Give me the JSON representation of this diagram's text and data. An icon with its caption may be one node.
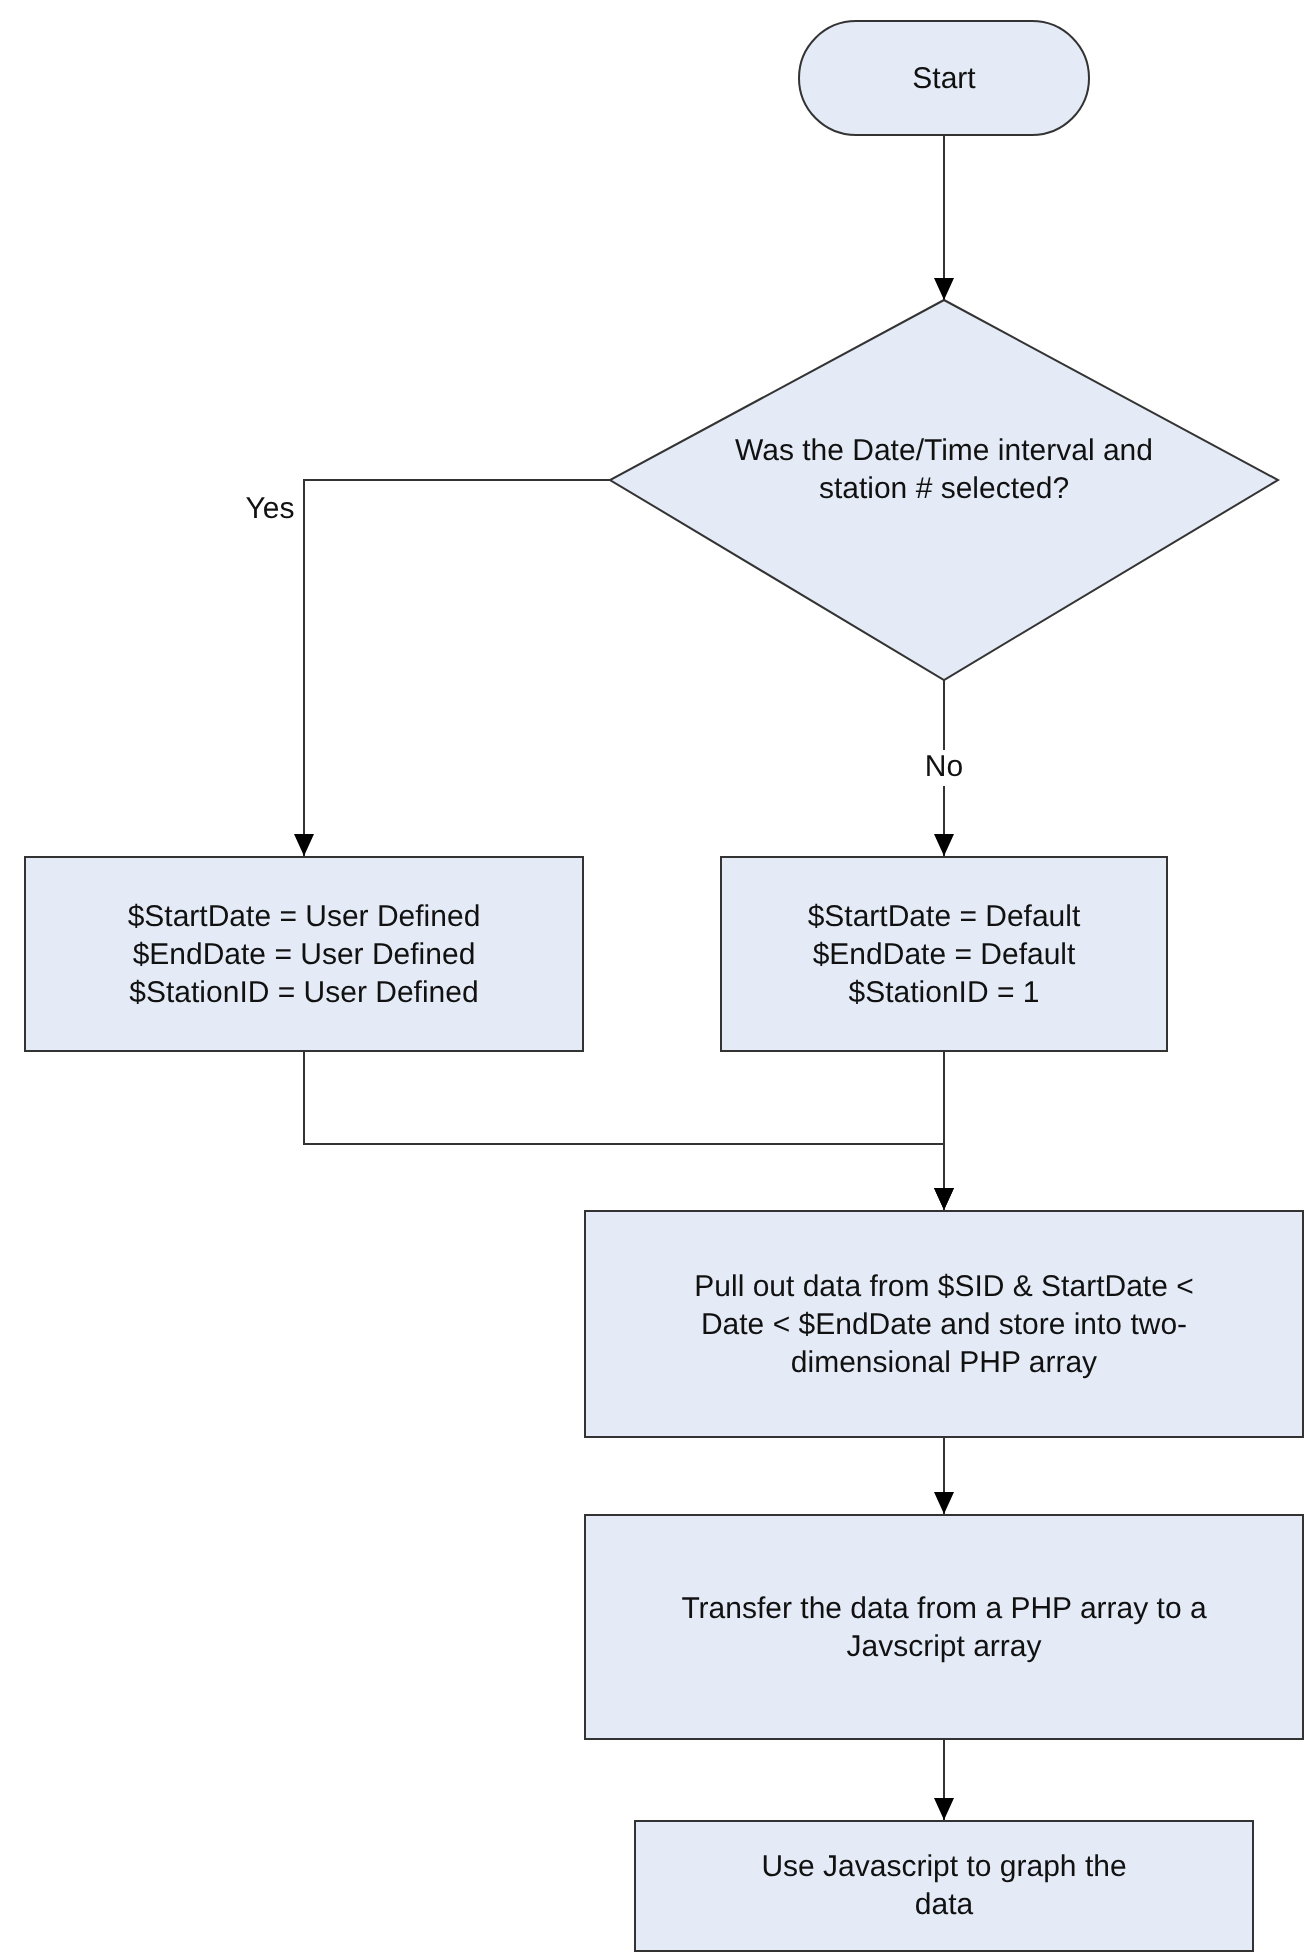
{
  "diagram": {
    "nodes": [
      {
        "text": [
          "Start"
        ]
      },
      {
        "text": [
          "Was the Date/Time interval and station # selected?"
        ]
      },
      {
        "text": [
          "$StartDate = User Defined $EndDate = User Defined $StationID = User Defined"
        ]
      },
      {
        "text": [
          "$StartDate = Default $EndDate = Default $StationID = 1"
        ]
      },
      {
        "text": [
          "Pull out data from $SID & StartDate < Date < $EndDate and store into two-dimensional PHP array"
        ]
      },
      {
        "text": [
          "Transfer the data from a PHP array to a Javscript array"
        ]
      },
      {
        "text": [
          "Use Javascript to graph the data"
        ]
      }
    ],
    "edges": [
      {
        "from": 0,
        "to": 1,
        "arrow": "to"
      },
      {
        "from": 1,
        "to": 2,
        "arrow": "to",
        "label": "Yes"
      },
      {
        "from": 1,
        "to": 3,
        "arrow": "to",
        "label": "No"
      },
      {
        "from": 2,
        "to": 4,
        "arrow": "to"
      },
      {
        "from": 3,
        "to": 4,
        "arrow": "to"
      },
      {
        "from": 4,
        "to": 5,
        "arrow": "to"
      },
      {
        "from": 5,
        "to": 6,
        "arrow": "to"
      }
    ]
  }
}
